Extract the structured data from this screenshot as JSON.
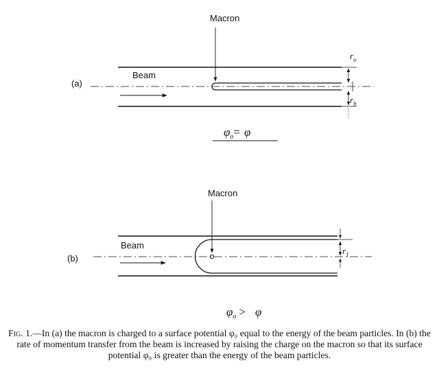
{
  "panel_a": {
    "label": "(a)",
    "beam_label": "Beam",
    "macron_label": "Macron",
    "r0_label": "r",
    "r0_sub": "o",
    "rb_label": "r",
    "rb_sub": "b",
    "equation_lhs": "φ",
    "equation_lhs_sub": "o",
    "equation_op": "=",
    "equation_rhs": "φ"
  },
  "panel_b": {
    "label": "(b)",
    "beam_label": "Beam",
    "macron_label": "Macron",
    "r1_label": "r",
    "r1_sub": "1",
    "equation_lhs": "φ",
    "equation_lhs_sub": "o",
    "equation_op": ">",
    "equation_rhs": "φ"
  },
  "caption": {
    "prefix": "Fig. 1.",
    "dash": "—",
    "text": "In (a) the macron is charged to a surface potential φ₀ equal to the energy of the beam particles. In (b) the rate of momentum transfer from the beam is increased by raising the charge on the macron so that its surface potential φ₀ is greater than the energy of the beam particles."
  }
}
